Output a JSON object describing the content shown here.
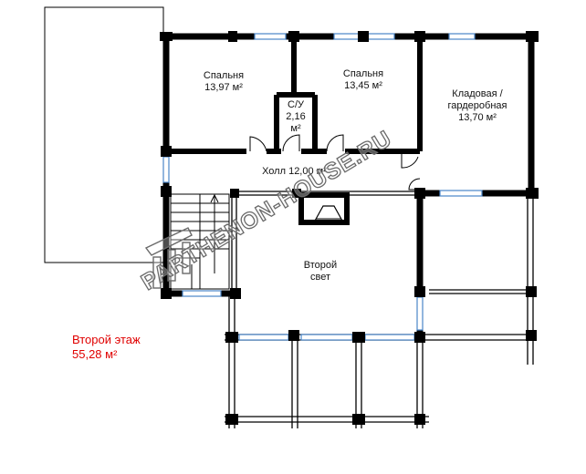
{
  "rooms": {
    "bedroom_left": {
      "name": "Спальня",
      "area": "13,97 м²"
    },
    "bedroom_right": {
      "name": "Спальня",
      "area": "13,45 м²"
    },
    "bathroom": {
      "name": "С/У",
      "area_line1": "2,16",
      "area_line2": "м²"
    },
    "storage": {
      "name_line1": "Кладовая /",
      "name_line2": "гардеробная",
      "area": "13,70 м²"
    },
    "hall": {
      "label": "Холл 12,00 м²"
    },
    "second_light": {
      "line1": "Второй",
      "line2": "свет"
    }
  },
  "floor": {
    "name": "Второй этаж",
    "area": "55,28 м²"
  },
  "watermark": "PARTHENON-HOUSE.RU",
  "colors": {
    "wall": "#000000",
    "window": "#4a86c8",
    "floor_label": "#e00000",
    "watermark": "#6a6a6a"
  }
}
